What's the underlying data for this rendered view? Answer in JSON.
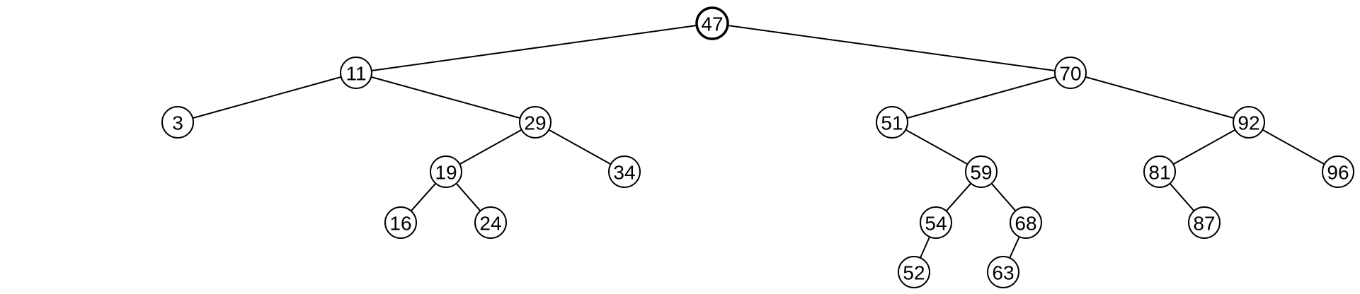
{
  "colors": {
    "edge": "#000000",
    "node_border": "#000000",
    "highlight_border": "#e02020",
    "background": "#ffffff"
  },
  "tree": {
    "root": "47",
    "highlighted": [
      "47"
    ],
    "nodes": [
      {
        "id": "47",
        "label": "47"
      },
      {
        "id": "11",
        "label": "11"
      },
      {
        "id": "70",
        "label": "70"
      },
      {
        "id": "3",
        "label": "3"
      },
      {
        "id": "29",
        "label": "29"
      },
      {
        "id": "19",
        "label": "19"
      },
      {
        "id": "34",
        "label": "34"
      },
      {
        "id": "16",
        "label": "16"
      },
      {
        "id": "24",
        "label": "24"
      },
      {
        "id": "51",
        "label": "51"
      },
      {
        "id": "92",
        "label": "92"
      },
      {
        "id": "59",
        "label": "59"
      },
      {
        "id": "54",
        "label": "54"
      },
      {
        "id": "68",
        "label": "68"
      },
      {
        "id": "52",
        "label": "52"
      },
      {
        "id": "63",
        "label": "63"
      },
      {
        "id": "81",
        "label": "81"
      },
      {
        "id": "96",
        "label": "96"
      },
      {
        "id": "87",
        "label": "87"
      }
    ],
    "edges": [
      [
        "47",
        "11"
      ],
      [
        "47",
        "70"
      ],
      [
        "11",
        "3"
      ],
      [
        "11",
        "29"
      ],
      [
        "29",
        "19"
      ],
      [
        "29",
        "34"
      ],
      [
        "19",
        "16"
      ],
      [
        "19",
        "24"
      ],
      [
        "70",
        "51"
      ],
      [
        "70",
        "92"
      ],
      [
        "51",
        "59"
      ],
      [
        "59",
        "54"
      ],
      [
        "59",
        "68"
      ],
      [
        "54",
        "52"
      ],
      [
        "68",
        "63"
      ],
      [
        "92",
        "81"
      ],
      [
        "92",
        "96"
      ],
      [
        "81",
        "87"
      ]
    ]
  }
}
